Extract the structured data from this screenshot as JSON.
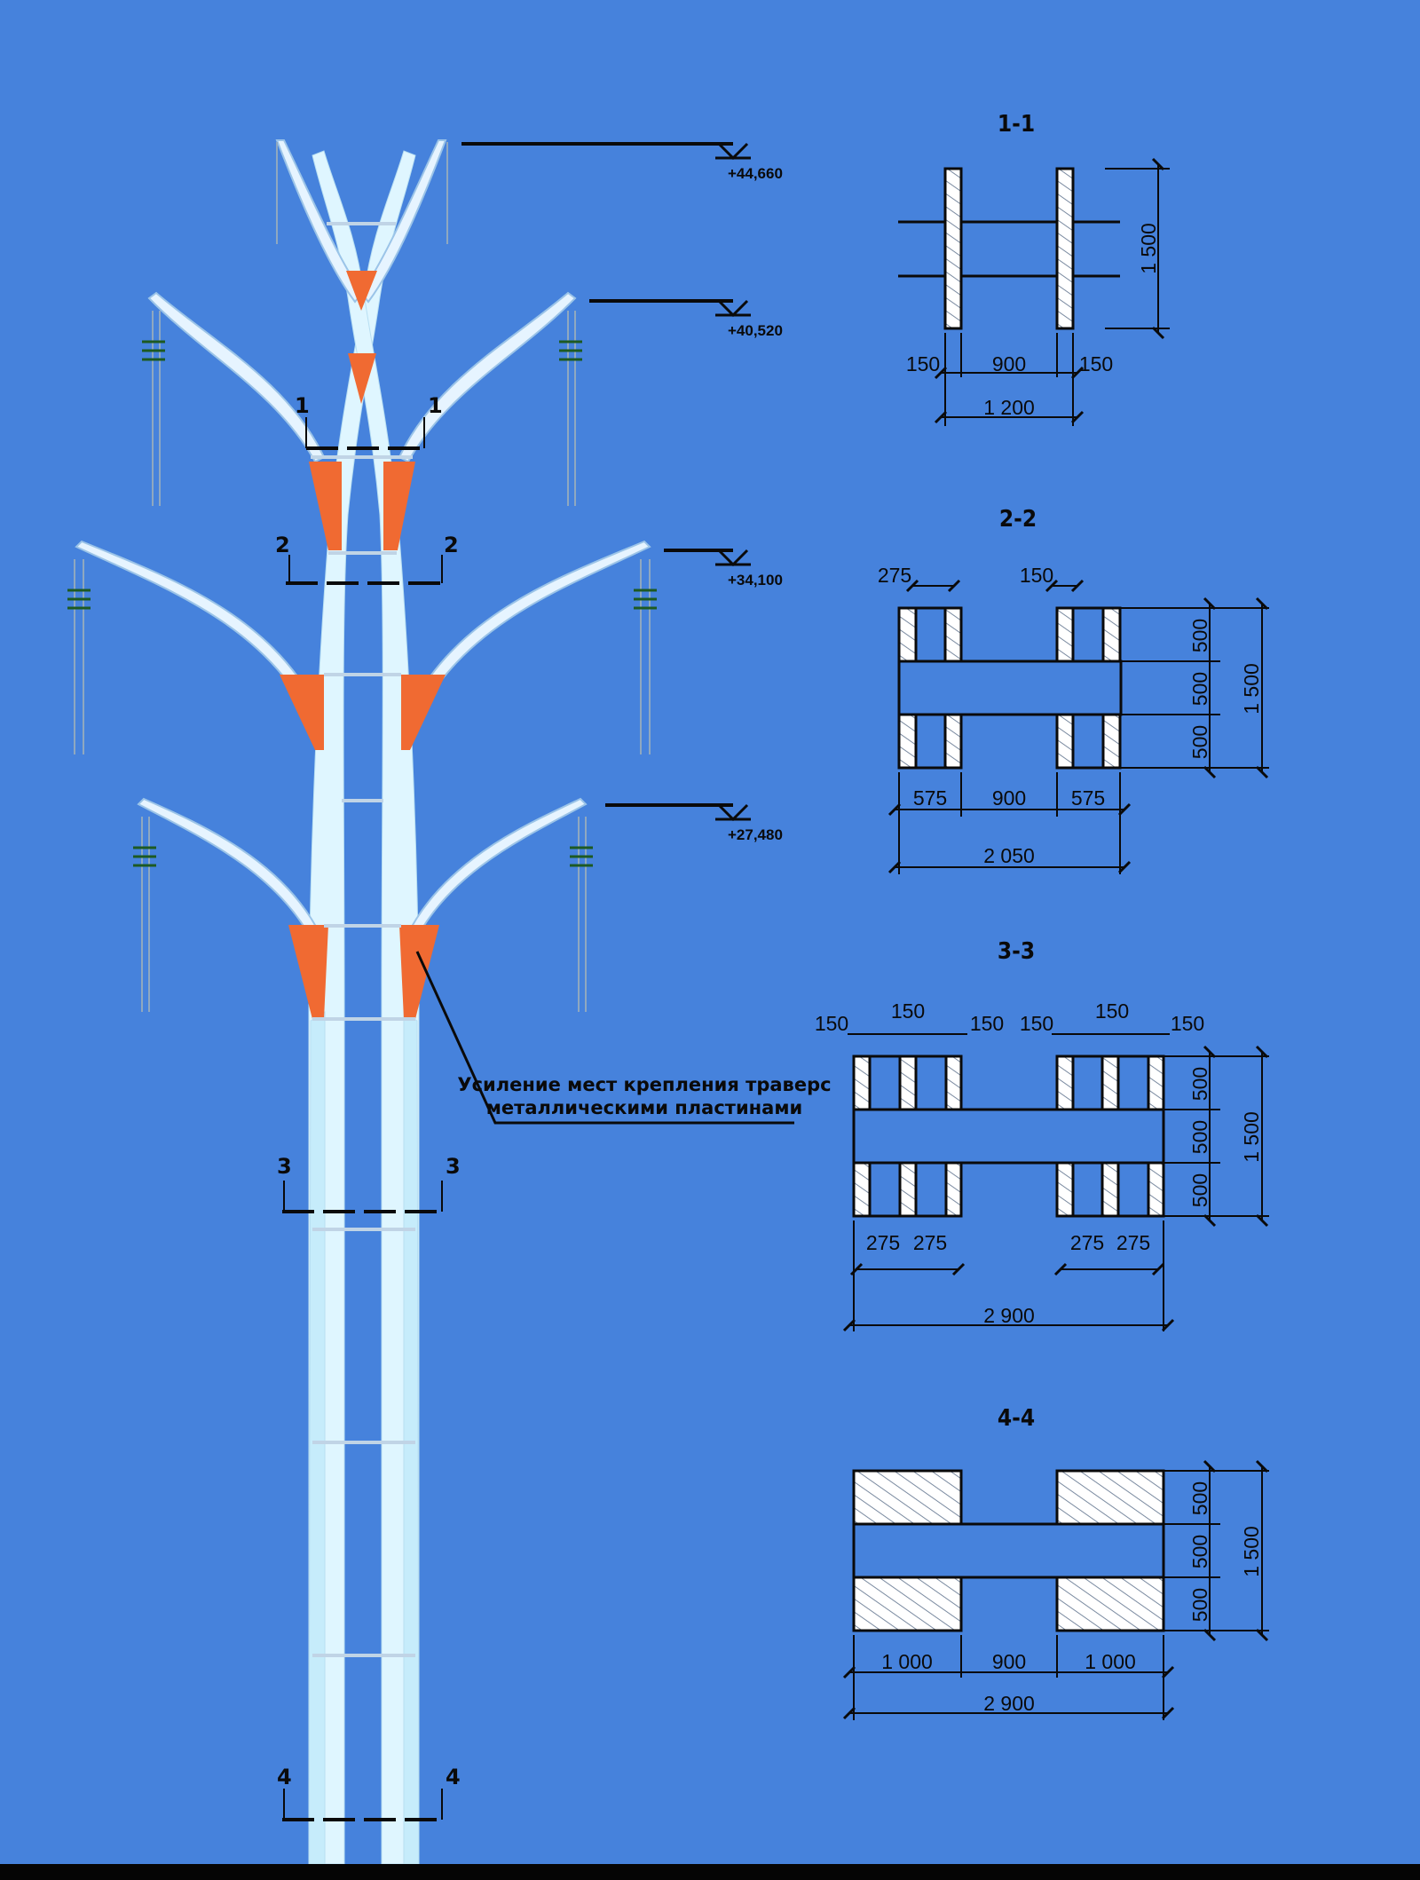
{
  "elevations": [
    "+44,660",
    "+40,520",
    "+34,100",
    "+27,480"
  ],
  "section_marks": {
    "m1": "1",
    "m2": "2",
    "m3": "3",
    "m4": "4"
  },
  "note": {
    "line1": "Усиление мест крепления траверс",
    "line2": "металлическими пластинами"
  },
  "sections": {
    "s11": {
      "title": "1-1",
      "d_150a": "150",
      "d_900": "900",
      "d_150b": "150",
      "d_total": "1 200",
      "d_height": "1 500"
    },
    "s22": {
      "title": "2-2",
      "d_275": "275",
      "d_150": "150",
      "d_575a": "575",
      "d_900": "900",
      "d_575b": "575",
      "d_total": "2 050",
      "d_500a": "500",
      "d_500b": "500",
      "d_500c": "500",
      "d_height": "1 500"
    },
    "s33": {
      "title": "3-3",
      "d_150_1": "150",
      "d_150_2": "150",
      "d_150_3": "150",
      "d_150_4": "150",
      "d_150_5": "150",
      "d_150_6": "150",
      "d_275_1": "275",
      "d_275_2": "275",
      "d_275_3": "275",
      "d_275_4": "275",
      "d_total": "2 900",
      "d_500a": "500",
      "d_500b": "500",
      "d_500c": "500",
      "d_height": "1 500"
    },
    "s44": {
      "title": "4-4",
      "d_1000a": "1 000",
      "d_900": "900",
      "d_1000b": "1 000",
      "d_total": "2 900",
      "d_500a": "500",
      "d_500b": "500",
      "d_500c": "500",
      "d_height": "1 500"
    }
  },
  "colors": {
    "background": "#4682dc",
    "tower": "#dff6ff",
    "reinforcement": "#f06a32",
    "lines": "#0a0a0a"
  }
}
